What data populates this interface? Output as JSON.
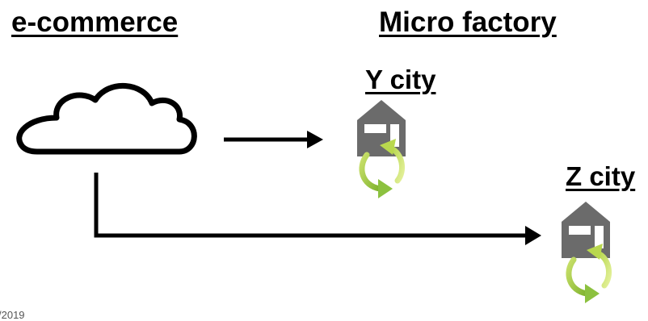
{
  "labels": {
    "ecommerce": "e-commerce",
    "micro_factory": "Micro factory",
    "y_city": "Y city",
    "z_city": "Z city"
  },
  "footer": {
    "date": "/2019"
  },
  "icons": {
    "source": "cloud-icon",
    "factory": "house-icon",
    "cycle": "recycle-arrows-icon",
    "flow": "arrow-right-icon"
  },
  "colors": {
    "house": "#6b6b6b",
    "arrow_light": "#c6e06a",
    "arrow_dark": "#8cc13f",
    "line": "#000000"
  }
}
